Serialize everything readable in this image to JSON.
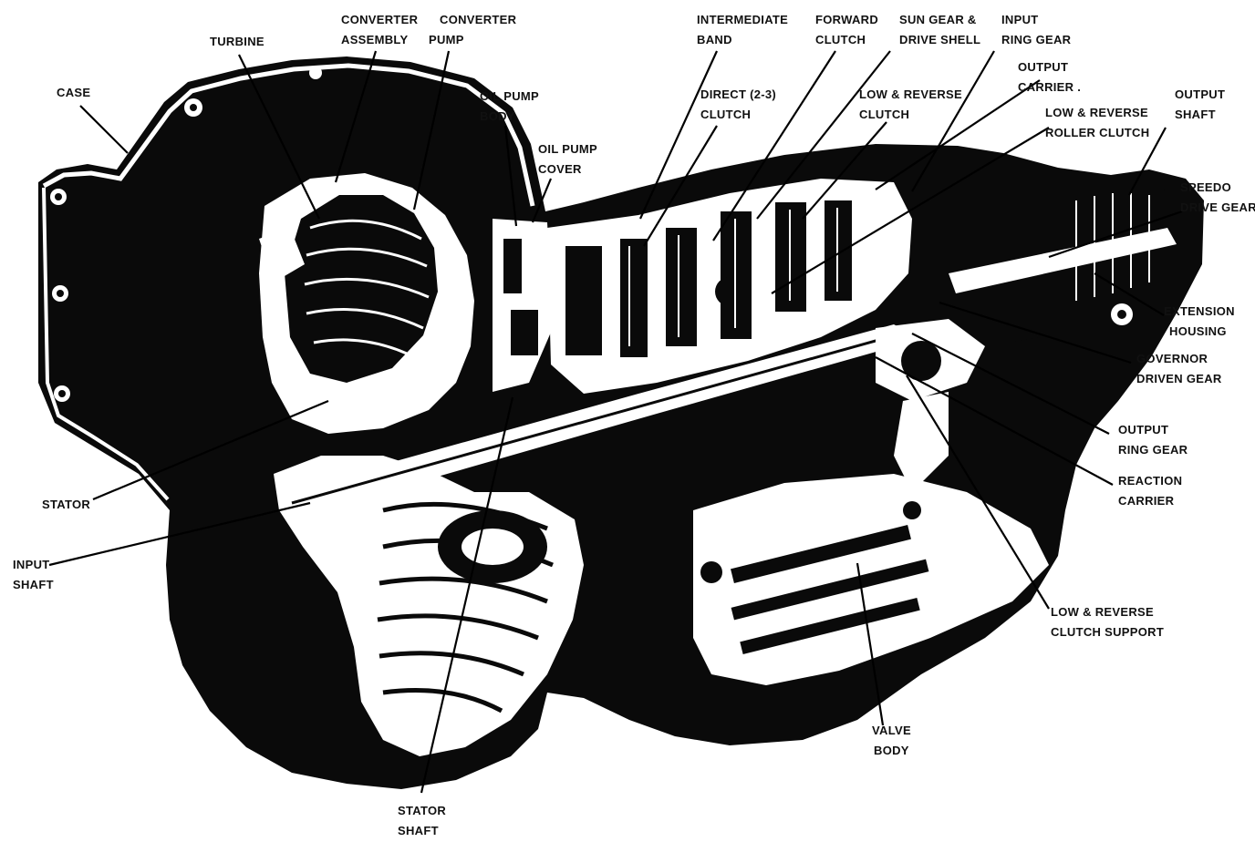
{
  "labels": {
    "case": "CASE",
    "turbine": "TURBINE",
    "converter_assembly": [
      "CONVERTER",
      "ASSEMBLY"
    ],
    "converter_pump": [
      "CONVERTER",
      "PUMP"
    ],
    "oil_pump_body": [
      "OIL PUMP",
      "BODY"
    ],
    "oil_pump_cover": [
      "OIL PUMP",
      "COVER"
    ],
    "intermediate_band": [
      "INTERMEDIATE",
      "BAND"
    ],
    "direct_clutch": [
      "DIRECT (2-3)",
      "CLUTCH"
    ],
    "forward_clutch": [
      "FORWARD",
      "CLUTCH"
    ],
    "sun_gear_drive_shell": [
      "SUN GEAR &",
      "DRIVE SHELL"
    ],
    "low_reverse_clutch": [
      "LOW & REVERSE",
      "CLUTCH"
    ],
    "input_ring_gear": [
      "INPUT",
      "RING GEAR"
    ],
    "output_carrier": [
      "OUTPUT",
      "CARRIER ."
    ],
    "low_reverse_roller_clutch": [
      "LOW & REVERSE",
      "ROLLER CLUTCH"
    ],
    "output_shaft": [
      "OUTPUT",
      "SHAFT"
    ],
    "speedo_drive_gear": [
      "SPEEDO",
      "DRIVE GEAR"
    ],
    "extension_housing": [
      "EXTENSION",
      "HOUSING"
    ],
    "governor_driven_gear": [
      "GOVERNOR",
      "DRIVEN GEAR"
    ],
    "output_ring_gear": [
      "OUTPUT",
      "RING  GEAR"
    ],
    "reaction_carrier": [
      "REACTION",
      "CARRIER"
    ],
    "low_reverse_clutch_support": [
      "LOW & REVERSE",
      "CLUTCH SUPPORT"
    ],
    "valve_body": [
      "VALVE",
      "BODY"
    ],
    "stator": "STATOR",
    "input_shaft": [
      "INPUT",
      "SHAFT"
    ],
    "stator_shaft": [
      "STATOR",
      "SHAFT"
    ]
  }
}
